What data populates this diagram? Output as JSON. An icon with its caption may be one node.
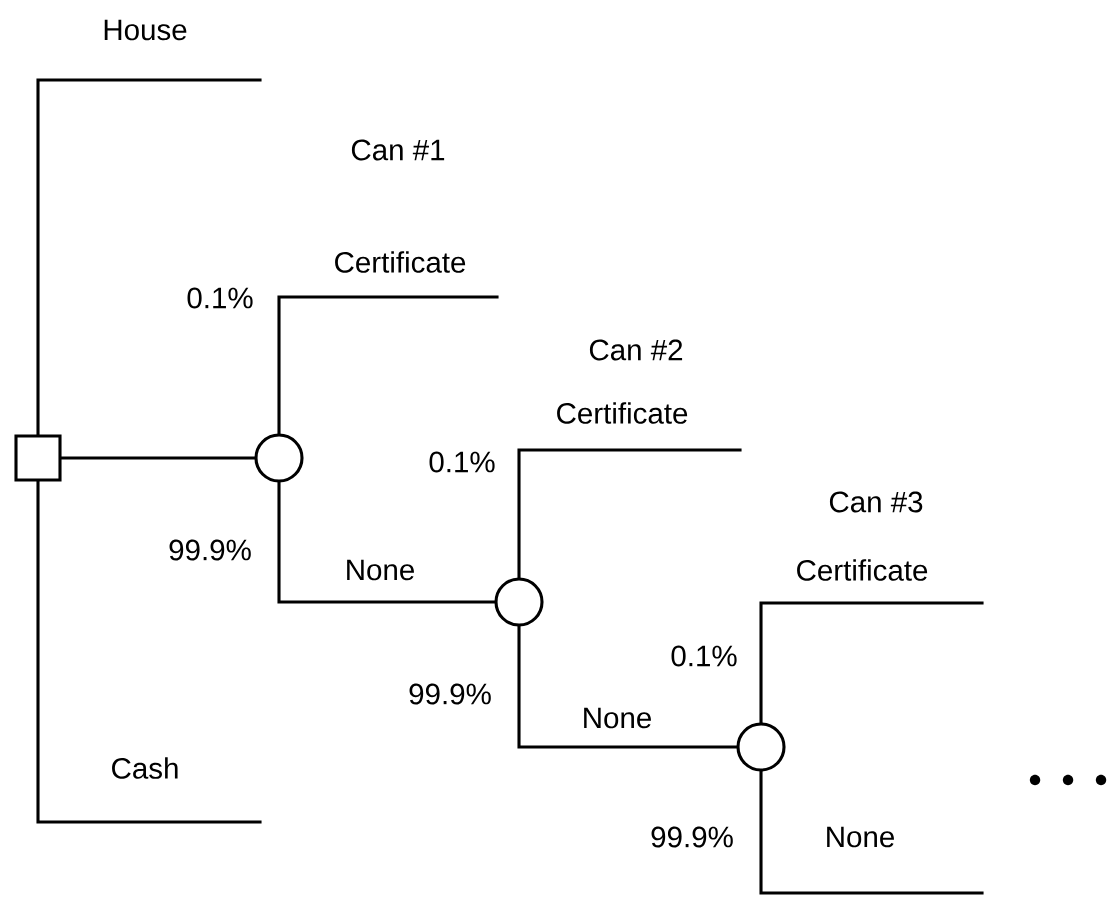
{
  "diagram": {
    "nodes": [
      {
        "text": [],
        "shape": "box"
      },
      {
        "text": [],
        "shape": "circle"
      },
      {
        "text": [],
        "shape": "circle"
      },
      {
        "text": [],
        "shape": "circle"
      }
    ],
    "edges": [
      {
        "from": 0,
        "to": null,
        "arrow": "none",
        "label": "House"
      },
      {
        "from": 0,
        "to": 1,
        "arrow": "none"
      },
      {
        "from": 0,
        "to": null,
        "arrow": "none",
        "label": "Cash"
      },
      {
        "from": 1,
        "to": null,
        "arrow": "none",
        "label": "Certificate"
      },
      {
        "from": 1,
        "to": 2,
        "arrow": "none",
        "label": "None"
      },
      {
        "from": 2,
        "to": null,
        "arrow": "none",
        "label": "Certificate"
      },
      {
        "from": 2,
        "to": 3,
        "arrow": "none",
        "label": "None"
      },
      {
        "from": 3,
        "to": null,
        "arrow": "none",
        "label": "Certificate"
      },
      {
        "from": 3,
        "to": null,
        "arrow": "none",
        "label": "None"
      }
    ],
    "labels": [
      "Can #1",
      "0.1%",
      "Can #2",
      "0.1%",
      "Can #3",
      "99.9%",
      "0.1%",
      "99.9%",
      "99.9%"
    ]
  }
}
